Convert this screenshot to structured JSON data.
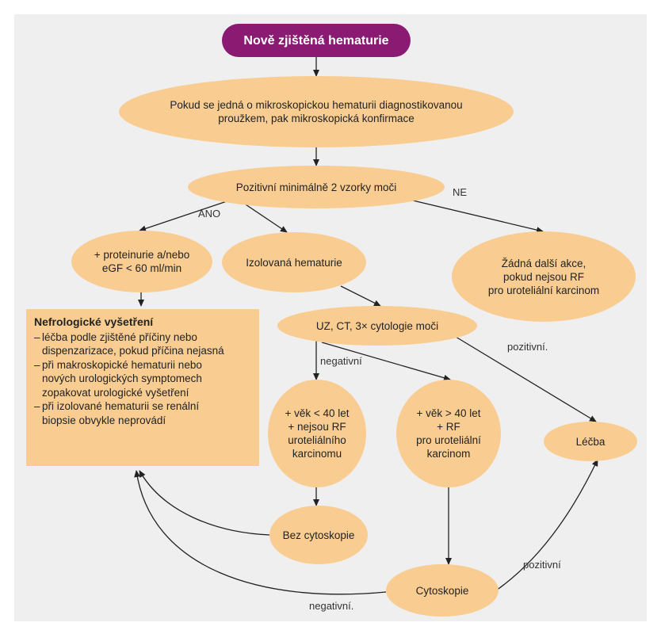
{
  "colors": {
    "background": "#efefef",
    "node_fill": "#f9cd91",
    "title_fill": "#8b1a73",
    "title_text": "#ffffff",
    "arrow": "#222222"
  },
  "nodes": {
    "start": "Nově zjištěná hematurie",
    "micro": "Pokud se jedná o mikroskopickou hematurii diagnostikovanou\nproužkem, pak mikroskopická konfirmace",
    "positive2": "Pozitivní minimálně 2 vzorky moči",
    "proteinuria": "+ proteinurie a/nebo\neGF < 60 ml/min",
    "isolated": "Izolovaná hematurie",
    "no_action": "Žádná další akce,\npokud nejsou RF\npro uroteliální karcinom",
    "imaging": "UZ, CT, 3× cytologie moči",
    "age_under": "+ věk < 40 let\n+ nejsou RF\nuroteliálního\nkarcinomu",
    "age_over": "+ věk > 40 let\n+ RF\npro uroteliální\nkarcinom",
    "treatment": "Léčba",
    "no_cysto": "Bez cytoskopie",
    "cysto": "Cytoskopie"
  },
  "nephro_box": {
    "title": "Nefrologické vyšetření",
    "items": [
      "léčba podle zjištěné příčiny nebo\ndispenzarizace, pokud příčina nejasná",
      "při makroskopické hematurii nebo\nnových urologických symptomech\nzopakovat urologické vyšetření",
      "při izolované hematurii se renální\nbiopsie obvykle neprovádí"
    ]
  },
  "labels": {
    "ano": "ANO",
    "ne": "NE",
    "negative_1": "negativní",
    "positive_1": "pozitivní.",
    "positive_2": "pozitivní",
    "negative_2": "negativní."
  }
}
